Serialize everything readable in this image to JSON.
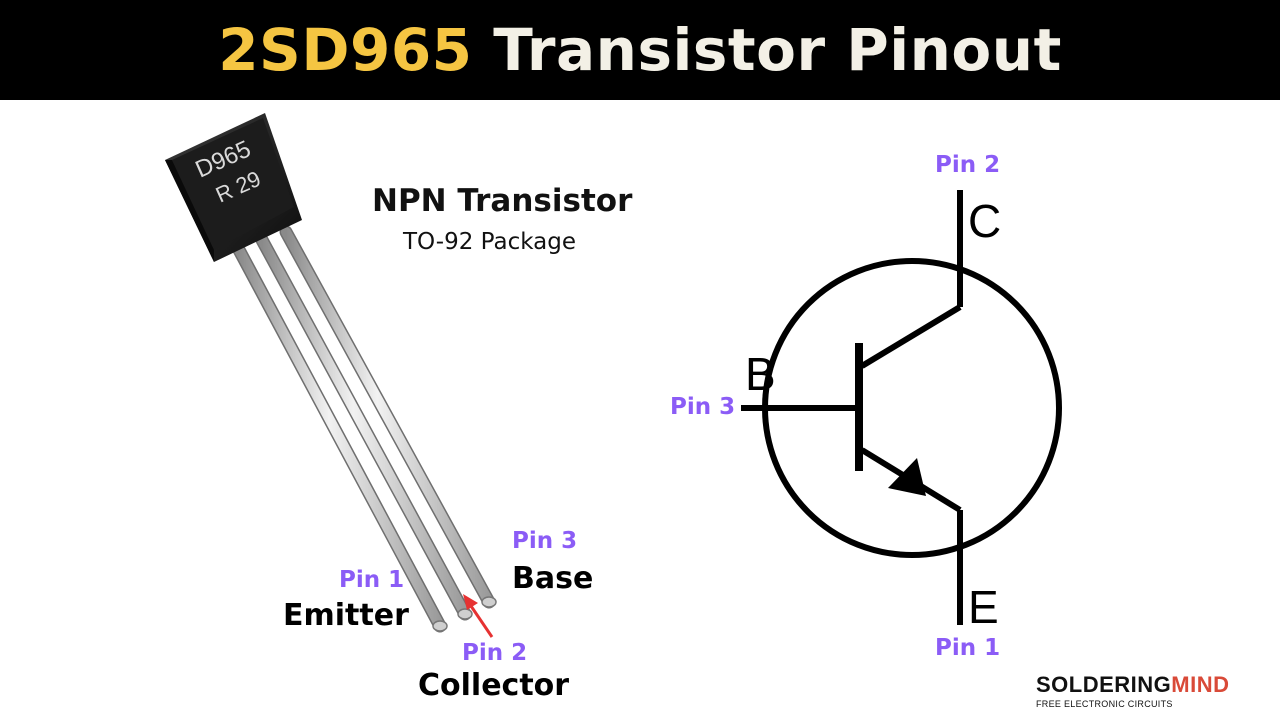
{
  "header": {
    "title_highlight": "2SD965",
    "title_rest": "Transistor Pinout"
  },
  "component": {
    "marking_line1": "D965",
    "marking_line2": "R 29",
    "type": "NPN Transistor",
    "package": "TO-92 Package"
  },
  "photo_pins": [
    {
      "pin": "Pin 1",
      "name": "Emitter"
    },
    {
      "pin": "Pin 2",
      "name": "Collector"
    },
    {
      "pin": "Pin 3",
      "name": "Base"
    }
  ],
  "symbol": {
    "collector_letter": "C",
    "base_letter": "B",
    "emitter_letter": "E",
    "collector_pin": "Pin 2",
    "base_pin": "Pin 3",
    "emitter_pin": "Pin 1"
  },
  "brand": {
    "name_part1": "SOLDERING",
    "name_part2": "MIND",
    "tagline": "FREE ELECTRONIC CIRCUITS"
  },
  "colors": {
    "banner_bg": "#000000",
    "title_highlight": "#f5c542",
    "pin_label": "#8b5cf6",
    "arrow": "#e63232",
    "brand_accent": "#d94a38"
  }
}
